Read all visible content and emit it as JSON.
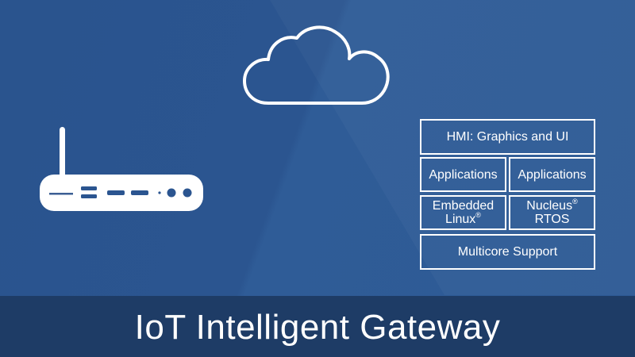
{
  "colors": {
    "background": "#2b5590",
    "footer": "#1e3c66",
    "foreground": "#ffffff"
  },
  "icons": {
    "cloud": "cloud-icon",
    "gateway": "router-icon"
  },
  "stack": {
    "hmi": "HMI: Graphics and UI",
    "applications_left": "Applications",
    "applications_right": "Applications",
    "linux_name": "Embedded Linux",
    "linux_line1": "Embedded",
    "linux_line2": "Linux",
    "linux_mark": "®",
    "rtos_name": "Nucleus RTOS",
    "rtos_line1": "Nucleus",
    "rtos_line2": "RTOS",
    "rtos_mark": "®",
    "multicore": "Multicore Support"
  },
  "footer": {
    "title": "IoT Intelligent Gateway"
  }
}
